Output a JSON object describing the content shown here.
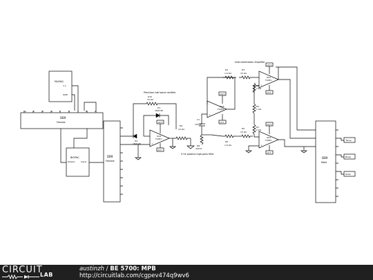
{
  "mydaq": {
    "title": "MyDAQ",
    "pin1": "1.1",
    "pin2": "GND"
  },
  "db9_top": {
    "title": "DB9",
    "sub": "Female",
    "pins": [
      "1a",
      "2",
      "3",
      "4",
      "5",
      "6",
      "7",
      "8",
      "9"
    ]
  },
  "biopac": {
    "title": "BIOPAC",
    "left_pin": "Output",
    "right_pin": "Input"
  },
  "db9_left": {
    "title": "DB9",
    "sub": "Female"
  },
  "db9_right": {
    "title": "DB9",
    "sub": "Male"
  },
  "rectifier_title": "Precision half-wave rectifier",
  "hpf_title": "5 Hz passive high-pass filter",
  "ia_title": "Instrumentation Amplifier",
  "r10": {
    "name": "R10",
    "value": "10 kΩ"
  },
  "d1": {
    "name": "D1",
    "value": "1N4148"
  },
  "d2": {
    "name": "D2",
    "value": "1N4148"
  },
  "r9": {
    "name": "R9",
    "value": "10 kΩ"
  },
  "oa4": {
    "name": "OA4",
    "part": "TL081"
  },
  "oa3": {
    "name": "OA3",
    "part": "TL081"
  },
  "oa1": {
    "name": "OA1",
    "part": "TL081"
  },
  "oa2": {
    "name": "OA2",
    "part": "TL081"
  },
  "c1": {
    "name": "C1",
    "value": "100 µF"
  },
  "r8": {
    "name": "R8",
    "value": "200 Ω"
  },
  "r4": {
    "name": "R4",
    "value": "1.6 kΩ"
  },
  "r3": {
    "name": "R3",
    "value": "15 kΩ"
  },
  "r1": {
    "name": "R1",
    "value": "2 kΩ"
  },
  "r2": {
    "name": "R2",
    "value": "1 kΩ"
  },
  "r7": {
    "name": "R1",
    "value": "2 kΩ"
  },
  "r5": {
    "name": "R5",
    "value": "15 kΩ"
  },
  "r6": {
    "name": "R6",
    "value": "1.6 kΩ"
  },
  "supply": "+9 V",
  "gnd_neg": "-9 V",
  "electrodes": [
    "Bone",
    "Bicep",
    "Wrist"
  ],
  "footer": {
    "user": "austinzh",
    "separator": " / ",
    "title": "BE 5700: MPB",
    "url": "http://circuitlab.com/cgpev474q9wv6",
    "logo_circuit": "CIRCUIT",
    "logo_lab": "LAB"
  }
}
